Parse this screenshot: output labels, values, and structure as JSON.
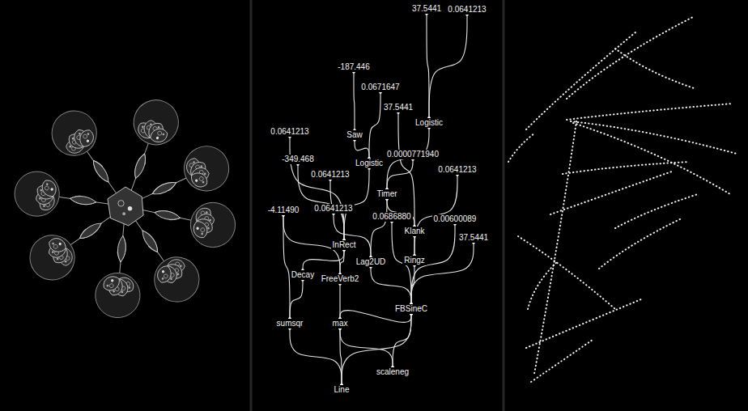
{
  "diagram": {
    "nodes": [
      {
        "text": [
          "-187.446"
        ]
      },
      {
        "text": [
          "37.5441"
        ]
      },
      {
        "text": [
          "0.0641213"
        ]
      },
      {
        "text": [
          "0.0671647"
        ]
      },
      {
        "text": [
          "37.5441"
        ]
      },
      {
        "text": [
          "Saw"
        ]
      },
      {
        "text": [
          "Logistic"
        ]
      },
      {
        "text": [
          "0.0641213"
        ]
      },
      {
        "text": [
          "-349.468"
        ]
      },
      {
        "text": [
          "Logistic"
        ]
      },
      {
        "text": [
          "0.0641213"
        ]
      },
      {
        "text": [
          "0.0000771940"
        ]
      },
      {
        "text": [
          "0.0641213"
        ]
      },
      {
        "text": [
          "Timer"
        ]
      },
      {
        "text": [
          "-4.11490"
        ]
      },
      {
        "text": [
          "0.0641213"
        ]
      },
      {
        "text": [
          "0.0686880"
        ]
      },
      {
        "text": [
          "0.00600089"
        ]
      },
      {
        "text": [
          "Klank"
        ]
      },
      {
        "text": [
          "37.5441"
        ]
      },
      {
        "text": [
          "InRect"
        ]
      },
      {
        "text": [
          "Lag2UD"
        ]
      },
      {
        "text": [
          "Ringz"
        ]
      },
      {
        "text": [
          "Decay"
        ]
      },
      {
        "text": [
          "FreeVerb2"
        ]
      },
      {
        "text": [
          "FBSineC"
        ]
      },
      {
        "text": [
          "sumsqr"
        ]
      },
      {
        "text": [
          "max"
        ]
      },
      {
        "text": [
          "scaleneg"
        ]
      },
      {
        "text": [
          "Line"
        ]
      }
    ],
    "edges": [
      {
        "from": 0,
        "to": 5,
        "arrow": "none"
      },
      {
        "from": 1,
        "to": 6,
        "arrow": "none"
      },
      {
        "from": 2,
        "to": 6,
        "arrow": "none"
      },
      {
        "from": 3,
        "to": 9,
        "arrow": "none"
      },
      {
        "from": 5,
        "to": 9,
        "arrow": "none"
      },
      {
        "from": 4,
        "to": 18,
        "arrow": "none"
      },
      {
        "from": 6,
        "to": 13,
        "arrow": "none"
      },
      {
        "from": 7,
        "to": 20,
        "arrow": "none"
      },
      {
        "from": 8,
        "to": 20,
        "arrow": "none"
      },
      {
        "from": 10,
        "to": 20,
        "arrow": "none"
      },
      {
        "from": 9,
        "to": 20,
        "arrow": "none"
      },
      {
        "from": 11,
        "to": 13,
        "arrow": "none"
      },
      {
        "from": 13,
        "to": 18,
        "arrow": "none"
      },
      {
        "from": 12,
        "to": 22,
        "arrow": "none"
      },
      {
        "from": 14,
        "to": 26,
        "arrow": "none"
      },
      {
        "from": 14,
        "to": 24,
        "arrow": "none"
      },
      {
        "from": 15,
        "to": 21,
        "arrow": "none"
      },
      {
        "from": 16,
        "to": 25,
        "arrow": "none"
      },
      {
        "from": 17,
        "to": 25,
        "arrow": "none"
      },
      {
        "from": 19,
        "to": 25,
        "arrow": "none"
      },
      {
        "from": 18,
        "to": 22,
        "arrow": "none"
      },
      {
        "from": 20,
        "to": 23,
        "arrow": "none"
      },
      {
        "from": 20,
        "to": 24,
        "arrow": "none"
      },
      {
        "from": 13,
        "to": 21,
        "arrow": "none"
      },
      {
        "from": 21,
        "to": 25,
        "arrow": "none"
      },
      {
        "from": 22,
        "to": 25,
        "arrow": "none"
      },
      {
        "from": 24,
        "to": 27,
        "arrow": "none"
      },
      {
        "from": 23,
        "to": 26,
        "arrow": "none"
      },
      {
        "from": 25,
        "to": 27,
        "arrow": "none"
      },
      {
        "from": 25,
        "to": 28,
        "arrow": "none"
      },
      {
        "from": 26,
        "to": 29,
        "arrow": "none"
      },
      {
        "from": 27,
        "to": 29,
        "arrow": "none"
      },
      {
        "from": 27,
        "to": 28,
        "arrow": "none"
      },
      {
        "from": 25,
        "to": 29,
        "arrow": "none"
      }
    ]
  }
}
